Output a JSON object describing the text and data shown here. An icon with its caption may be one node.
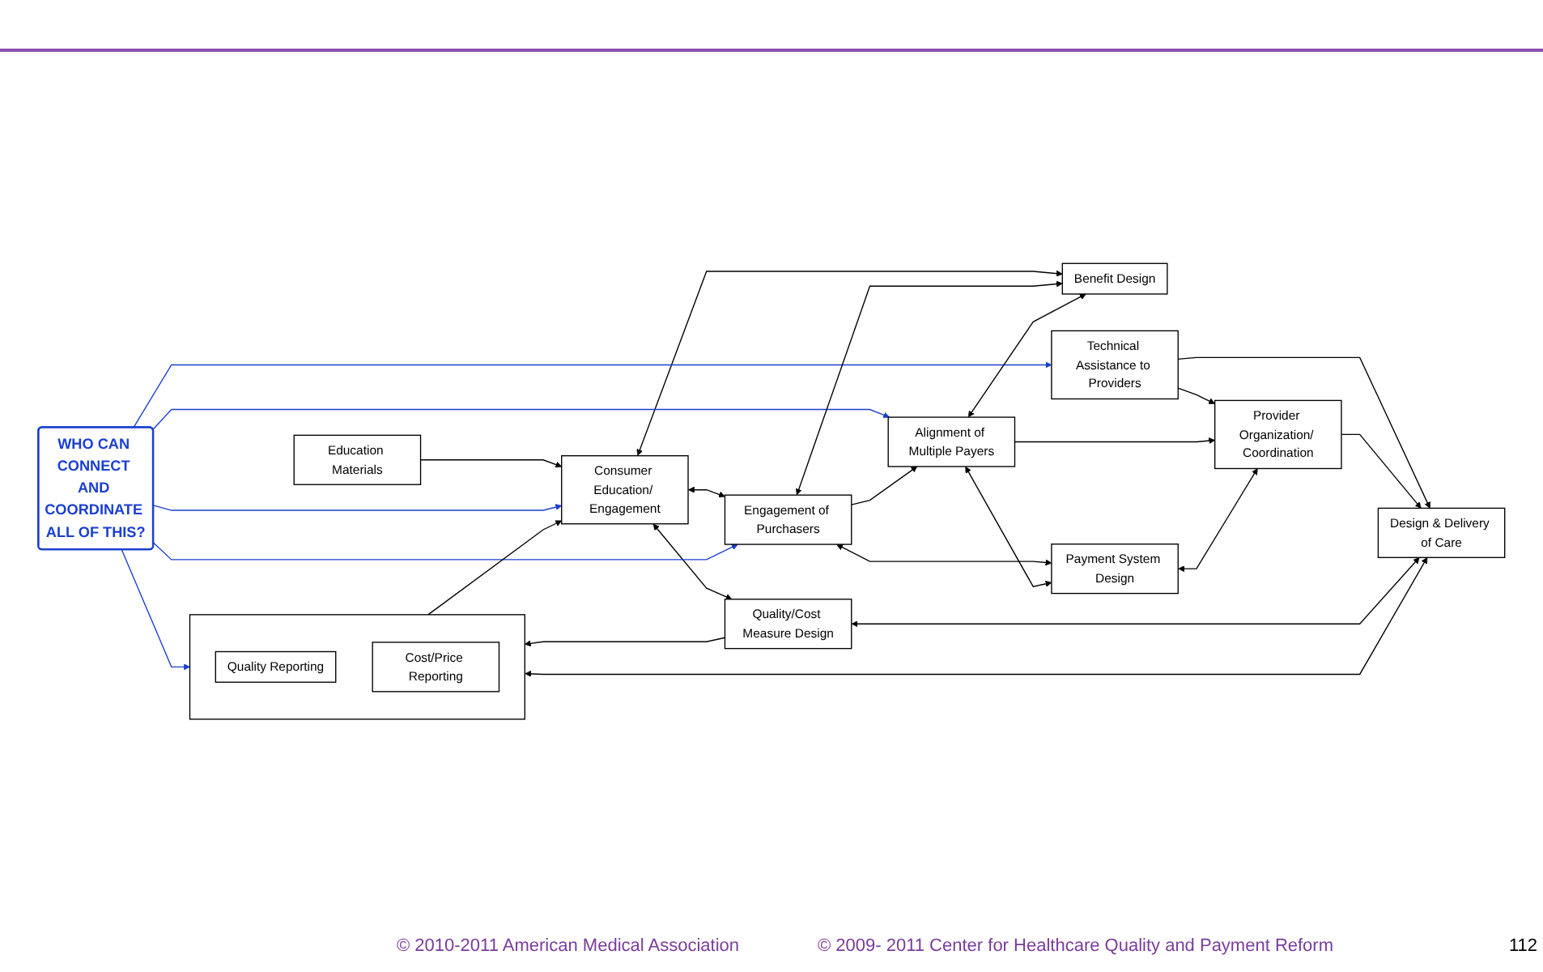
{
  "diagram": {
    "nodes": [
      {
        "text": [
          "Education Materials"
        ]
      },
      {
        "text": [
          "Consumer Education/ Engagement"
        ]
      },
      {
        "text": [
          "Quality/Cost Measure Design"
        ]
      },
      {
        "text": [],
        "shape": "box"
      },
      {
        "text": [
          "Quality Reporting"
        ],
        "in": 3
      },
      {
        "text": [
          "Cost/Price Reporting"
        ],
        "in": 3
      },
      {
        "text": [
          "WHO CAN CONNECT AND COORDINATE ALL OF THIS?"
        ]
      },
      {
        "text": [
          "Engagement of Purchasers"
        ]
      },
      {
        "text": [
          "Benefit Design"
        ]
      },
      {
        "text": [
          "Alignment of Multiple Payers"
        ]
      },
      {
        "text": [
          "Payment System Design"
        ]
      },
      {
        "text": [
          "Technical Assistance to Providers"
        ]
      },
      {
        "text": [
          "Design & Delivery of Care"
        ]
      },
      {
        "text": [
          "Provider Organization/ Coordination"
        ]
      }
    ],
    "edges": [
      {
        "from": 0,
        "to": 1,
        "arrow": "to"
      },
      {
        "from": 1,
        "to": 2,
        "arrow": "both"
      },
      {
        "from": 3,
        "to": 1,
        "arrow": "to"
      },
      {
        "from": 1,
        "to": 7,
        "arrow": "both"
      },
      {
        "from": 1,
        "to": 8,
        "arrow": "both"
      },
      {
        "from": 2,
        "to": 3,
        "arrow": "to"
      },
      {
        "from": 6,
        "to": 3,
        "arrow": "to",
        "color": "#1a3fd0"
      },
      {
        "from": 6,
        "to": 1,
        "arrow": "to",
        "color": "#1a3fd0"
      },
      {
        "from": 6,
        "to": 7,
        "arrow": "to",
        "color": "#1a3fd0"
      },
      {
        "from": 6,
        "to": 9,
        "arrow": "to",
        "color": "#1a3fd0"
      },
      {
        "from": 6,
        "to": 11,
        "arrow": "to",
        "color": "#1a3fd0"
      },
      {
        "from": 7,
        "to": 9,
        "arrow": "to"
      },
      {
        "from": 7,
        "to": 8,
        "arrow": "both"
      },
      {
        "from": 7,
        "to": 10,
        "arrow": "both"
      },
      {
        "from": 9,
        "to": 8,
        "arrow": "both"
      },
      {
        "from": 9,
        "to": 10,
        "arrow": "both"
      },
      {
        "from": 11,
        "to": 12,
        "arrow": "to"
      },
      {
        "from": 11,
        "to": 13,
        "arrow": "to"
      },
      {
        "from": 13,
        "to": 12,
        "arrow": "to"
      },
      {
        "from": 9,
        "to": 13,
        "arrow": "to"
      },
      {
        "from": 10,
        "to": 13,
        "arrow": "both"
      },
      {
        "from": 2,
        "to": 12,
        "arrow": "both"
      },
      {
        "from": 3,
        "to": 12,
        "arrow": "both"
      }
    ],
    "labels": [
      "© 2010-2011 American Medical Association",
      "© 2009- 2011 Center for Healthcare Quality and Payment Reform",
      "112"
    ]
  }
}
